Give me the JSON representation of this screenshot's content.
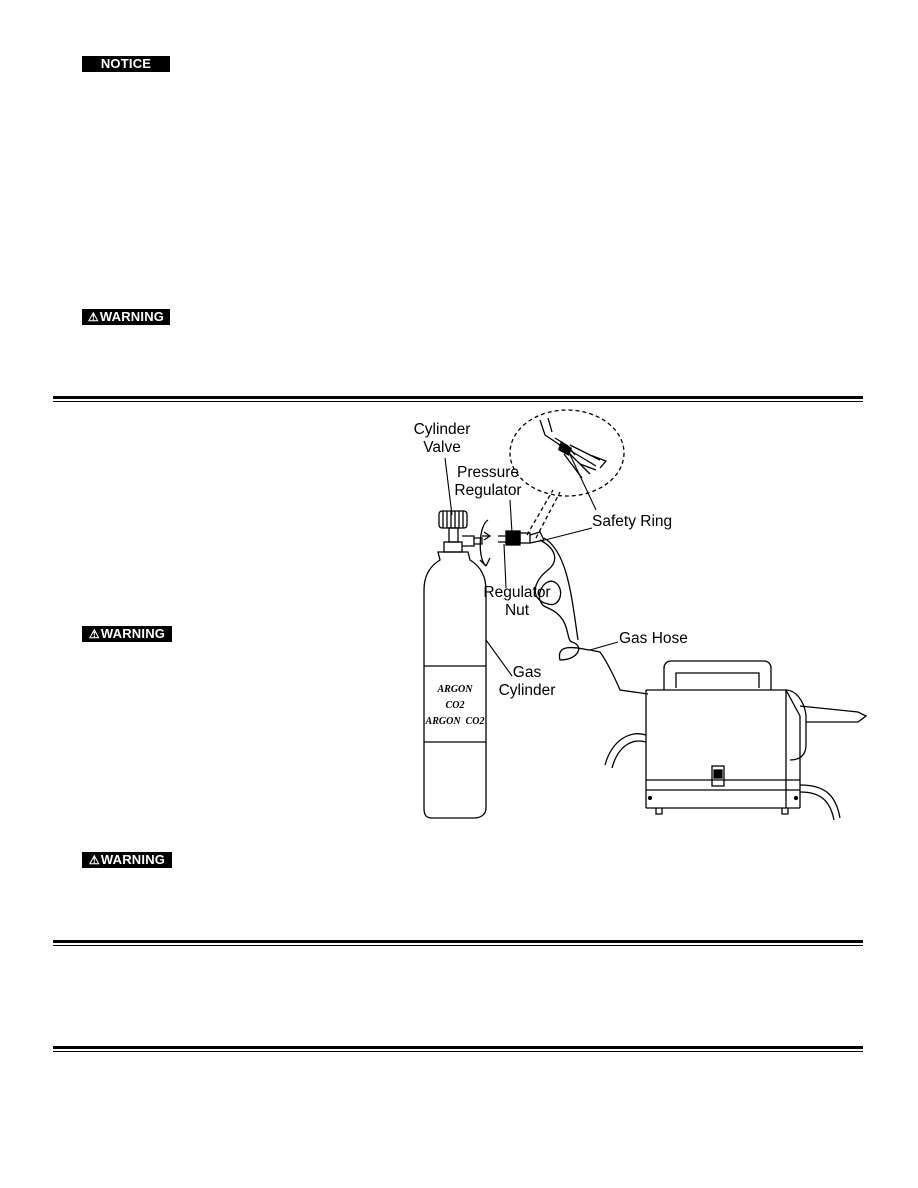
{
  "notices": {
    "notice_label": "NOTICE",
    "warning_1": "WARNING",
    "warning_2": "WARNING",
    "warning_3": "WARNING",
    "warning_icon": "warning-triangle-icon"
  },
  "figure": {
    "cylinder_valve_line1": "Cylinder",
    "cylinder_valve_line2": "Valve",
    "pressure_regulator_line1": "Pressure",
    "pressure_regulator_line2": "Regulator",
    "safety_ring": "Safety Ring",
    "regulator_nut_line1": "Regulator",
    "regulator_nut_line2": "Nut",
    "gas_hose": "Gas Hose",
    "gas_cylinder_line1": "Gas",
    "gas_cylinder_line2": "Cylinder",
    "cylinder_marking_1": "ARGON",
    "cylinder_marking_2": "CO2",
    "cylinder_marking_3": "ARGON  CO2"
  }
}
